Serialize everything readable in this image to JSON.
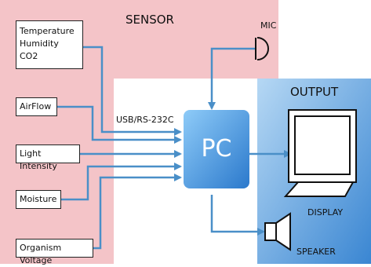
{
  "regions": {
    "sensor_title": "SENSOR",
    "output_title": "OUTPUT"
  },
  "sensors": [
    {
      "lines": [
        "Temperature",
        "Humidity",
        "CO2"
      ]
    },
    {
      "lines": [
        "AirFlow"
      ]
    },
    {
      "lines": [
        "Light Intensity"
      ]
    },
    {
      "lines": [
        "Moisture"
      ]
    },
    {
      "lines": [
        "Organism Voltage"
      ]
    }
  ],
  "mic_label": "MIC",
  "connection_label": "USB/RS-232C",
  "pc_label": "PC",
  "display_label": "DISPLAY",
  "speaker_label": "SPEAKER",
  "colors": {
    "sensor_region": "#f4c4c8",
    "output_region_light": "#a9d1f2",
    "output_region_dark": "#3f8ed8",
    "pc_light": "#7cc0f5",
    "pc_dark": "#2f7fd0",
    "arrow": "#4a8fc8"
  }
}
